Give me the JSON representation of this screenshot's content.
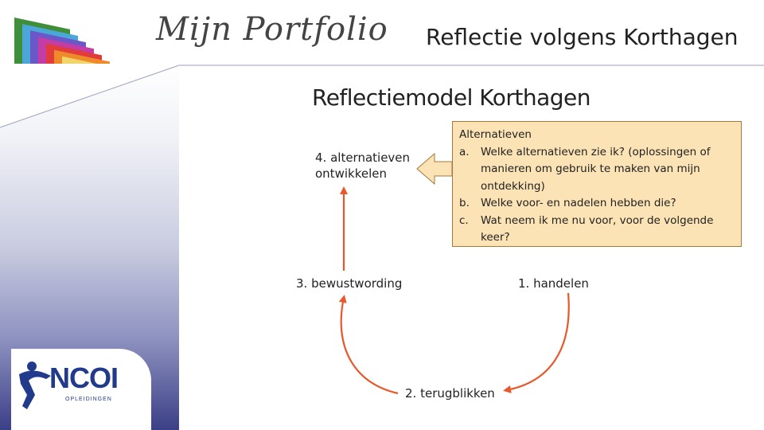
{
  "header": {
    "script_title": "Mijn Portfolio",
    "slide_title": "Reflectie volgens Korthagen"
  },
  "diagram": {
    "title": "Reflectiemodel Korthagen",
    "steps": {
      "alternatieven_line1": "4. alternatieven",
      "alternatieven_line2": "ontwikkelen",
      "bewustwording": "3. bewustwording",
      "handelen": "1. handelen",
      "terugblikken": "2. terugblikken"
    },
    "callout": {
      "heading": "Alternatieven",
      "items": [
        {
          "mark": "a.",
          "text": "Welke alternatieven zie ik? (oplossingen of manieren om gebruik te maken van mijn ontdekking)"
        },
        {
          "mark": "b.",
          "text": "Welke voor- en nadelen hebben die?"
        },
        {
          "mark": "c.",
          "text": "Wat neem ik me nu voor, voor de volgende keer?"
        }
      ]
    }
  },
  "logo": {
    "name": "NCOI",
    "subtitle": "OPLEIDINGEN"
  },
  "colors": {
    "arrow": "#e8582a",
    "callout_fill": "#fbe3b5",
    "callout_border": "#a07a3f",
    "brand": "#223a8c",
    "sidebar_dark": "#3b3f86"
  }
}
